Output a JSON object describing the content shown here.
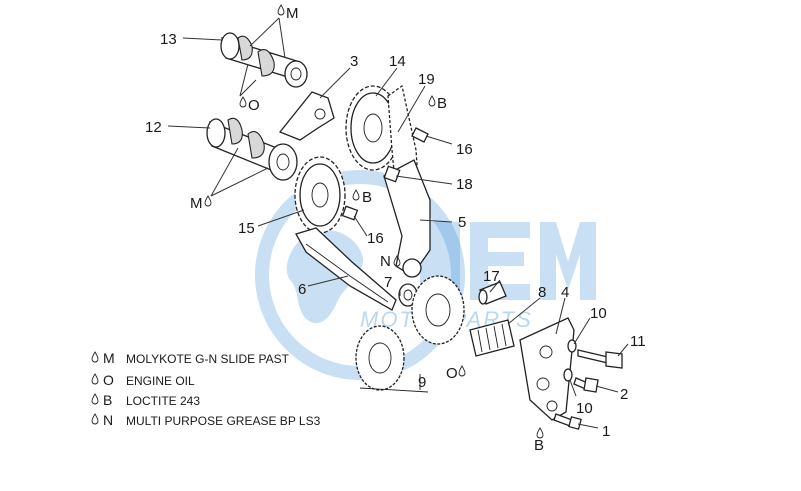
{
  "callouts": {
    "c1": "1",
    "c2": "2",
    "c3": "3",
    "c4": "4",
    "c5": "5",
    "c6": "6",
    "c7": "7",
    "c8": "8",
    "c9": "9",
    "c10a": "10",
    "c10b": "10",
    "c11": "11",
    "c12": "12",
    "c13": "13",
    "c14": "14",
    "c15": "15",
    "c16a": "16",
    "c16b": "16",
    "c17": "17",
    "c18": "18",
    "c19": "19"
  },
  "markers": {
    "m_top": "M",
    "o_top": "O",
    "b_top": "B",
    "m_left": "M",
    "b_mid": "B",
    "n_mid": "N",
    "o_low": "O",
    "b_low": "B"
  },
  "legend": [
    {
      "symbol": "M",
      "text": "MOLYKOTE G-N SLIDE PAST"
    },
    {
      "symbol": "O",
      "text": "ENGINE OIL"
    },
    {
      "symbol": "B",
      "text": "LOCTITE 243"
    },
    {
      "symbol": "N",
      "text": "MULTI PURPOSE GREASE BP LS3"
    }
  ],
  "watermark": {
    "text": "MOTORPARTS",
    "color": "#3d8fd6"
  }
}
